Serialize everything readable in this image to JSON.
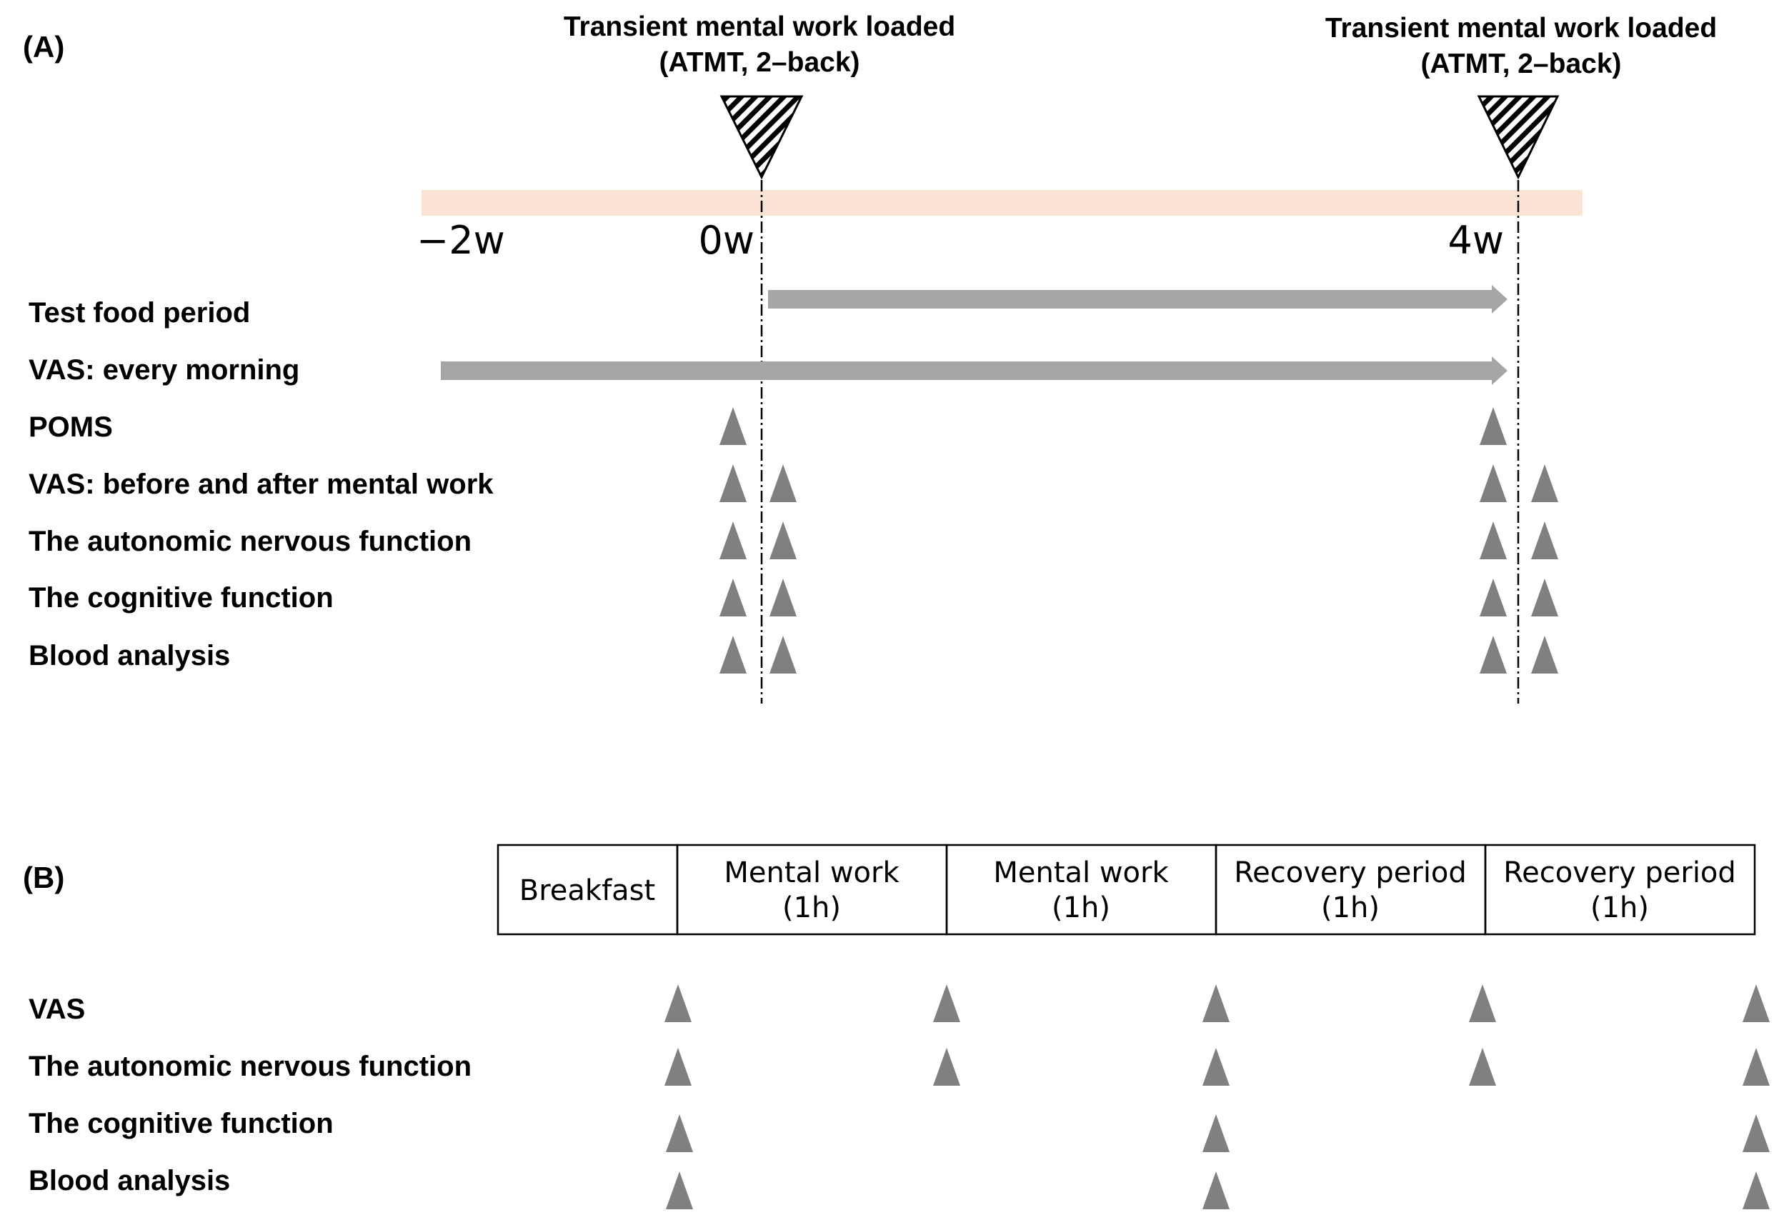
{
  "panel_a": {
    "label": "(A)",
    "marker_title": "Transient mental work loaded",
    "marker_subtitle": "(ATMT, 2–back)",
    "ticks": [
      "−2w",
      "0w",
      "4w"
    ],
    "rows": [
      {
        "label": "Test food period"
      },
      {
        "label": "VAS: every morning"
      },
      {
        "label": "POMS"
      },
      {
        "label": "VAS: before and after mental work"
      },
      {
        "label": "The autonomic nervous function"
      },
      {
        "label": "The cognitive function"
      },
      {
        "label": "Blood analysis"
      }
    ],
    "colors": {
      "period_band": "#fbe4d5",
      "arrow": "#a6a6a6",
      "marker": "#808080"
    }
  },
  "panel_b": {
    "label": "(B)",
    "phases": [
      {
        "line1": "Breakfast",
        "line2": ""
      },
      {
        "line1": "Mental work",
        "line2": "(1h)"
      },
      {
        "line1": "Mental work",
        "line2": "(1h)"
      },
      {
        "line1": "Recovery period",
        "line2": "(1h)"
      },
      {
        "line1": "Recovery period",
        "line2": "(1h)"
      }
    ],
    "rows": [
      {
        "label": "VAS"
      },
      {
        "label": "The autonomic nervous function"
      },
      {
        "label": "The cognitive function"
      },
      {
        "label": "Blood analysis"
      }
    ]
  }
}
